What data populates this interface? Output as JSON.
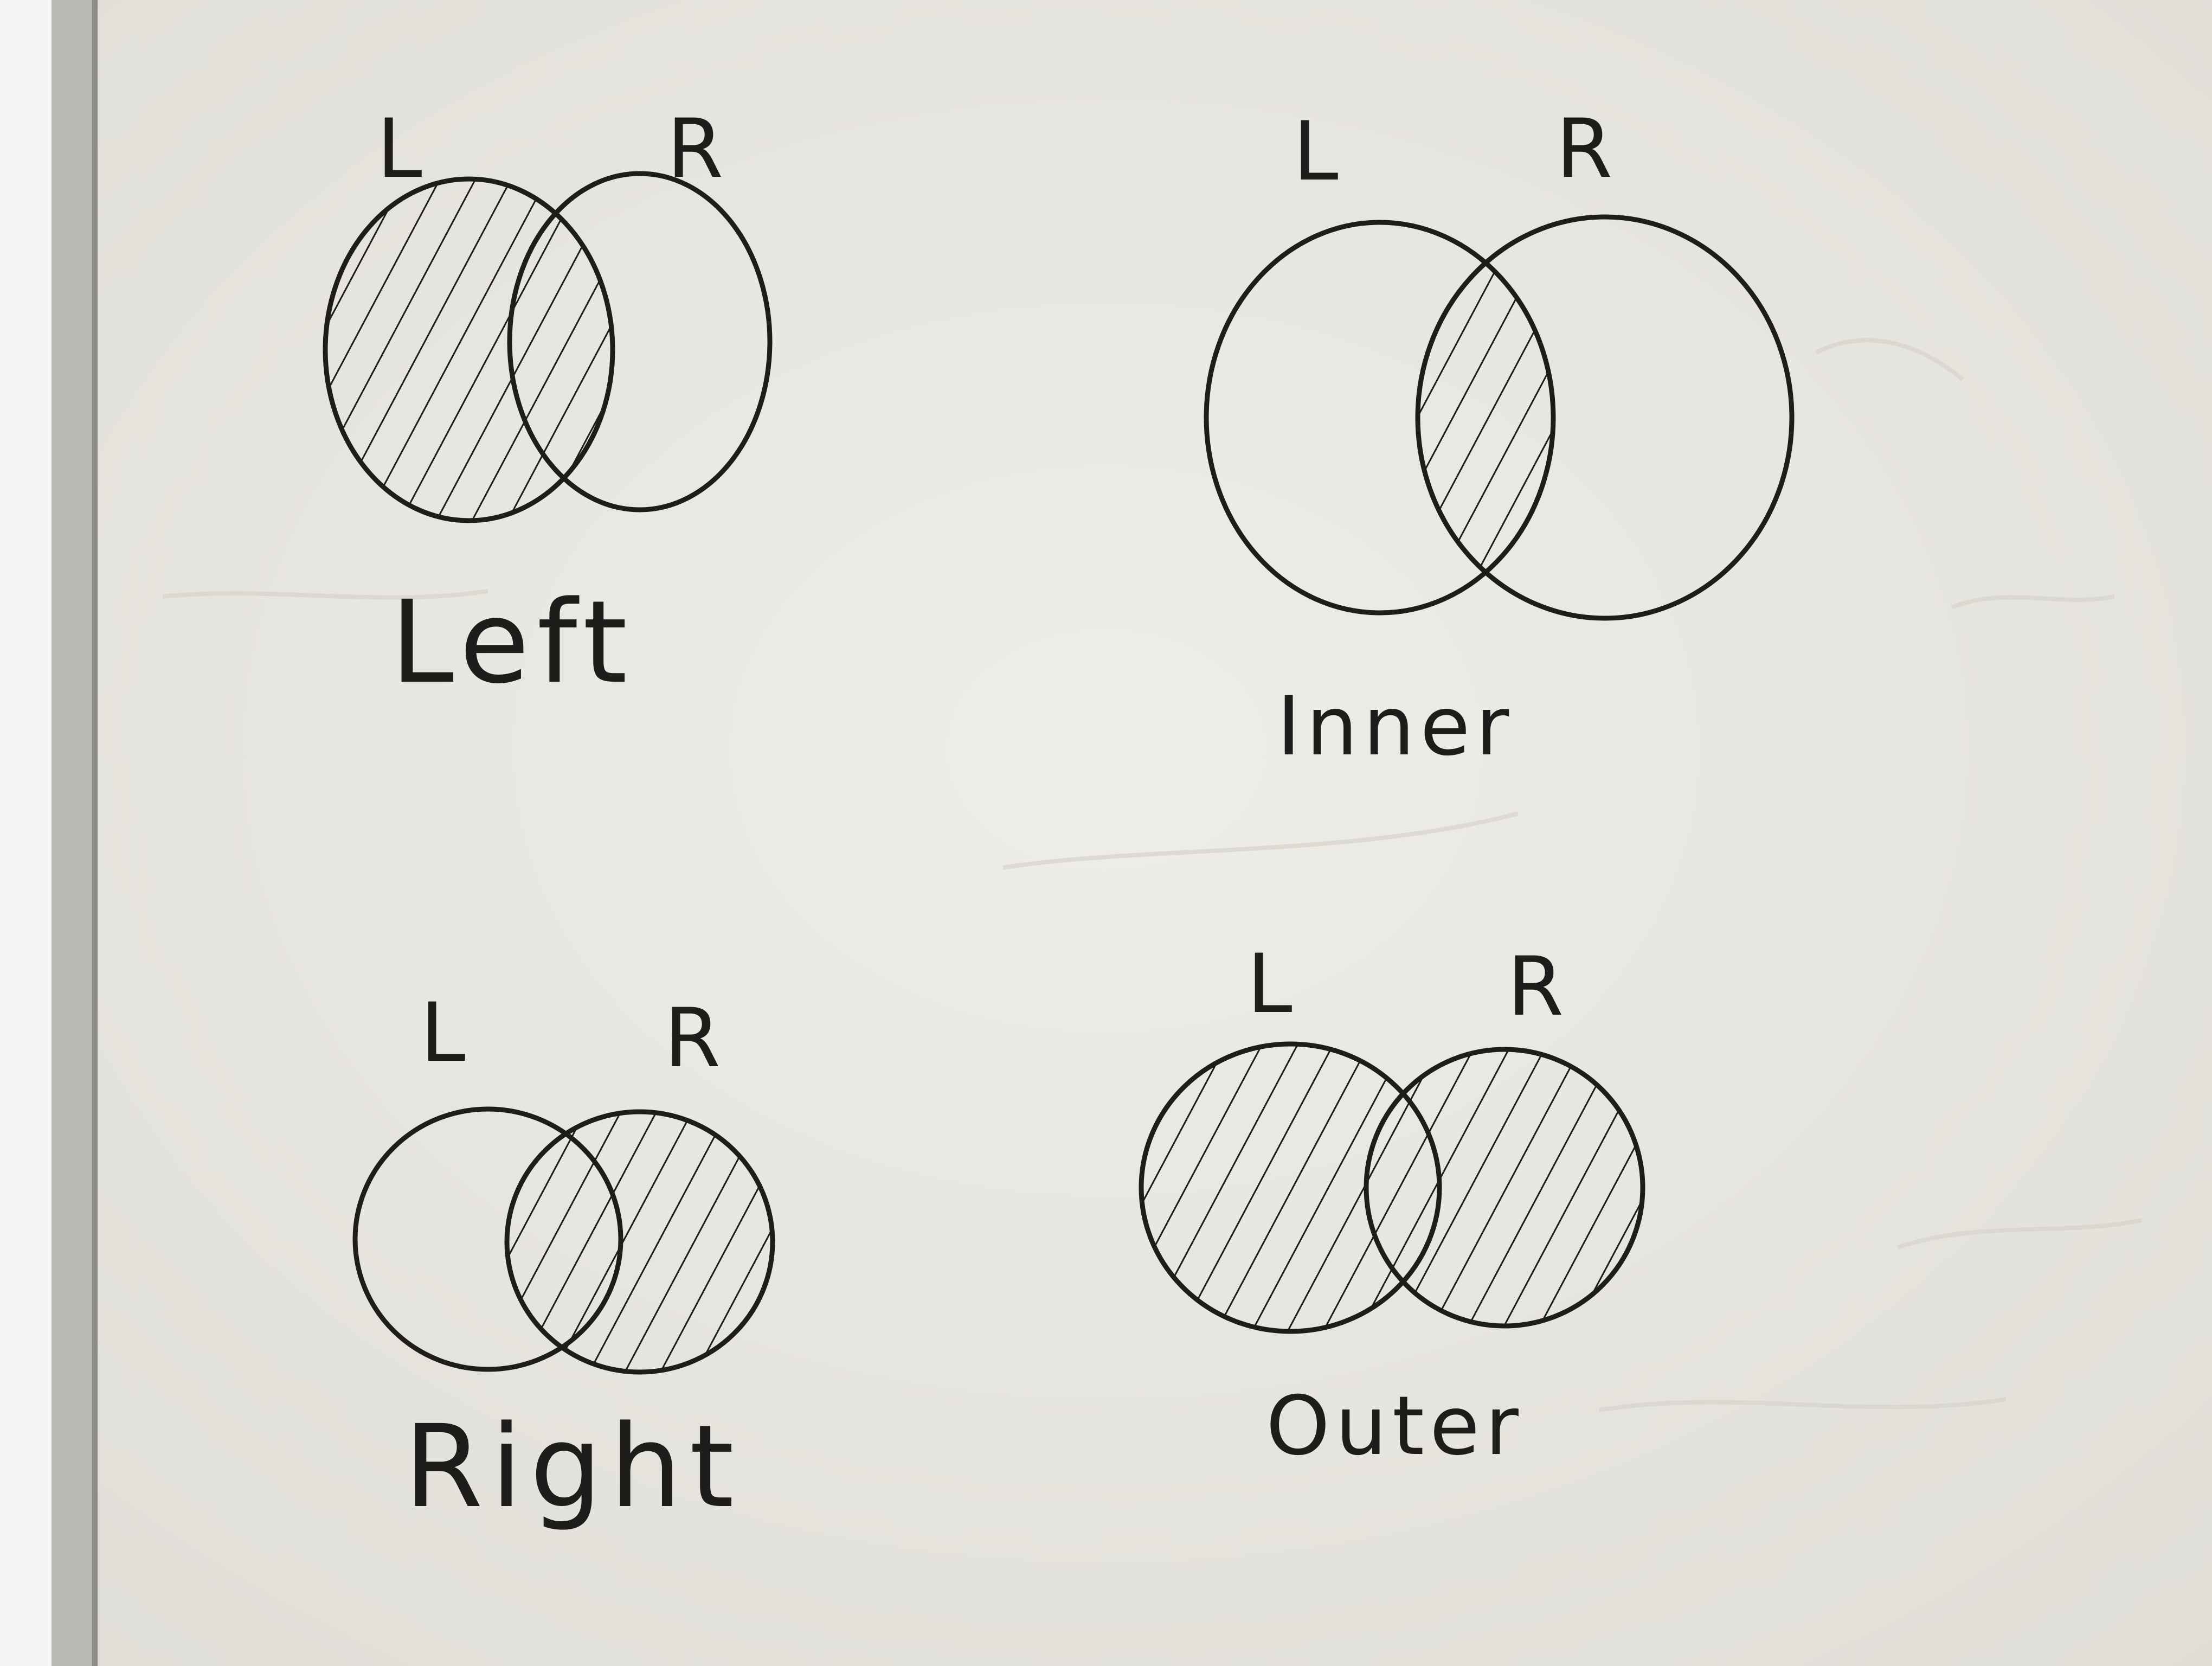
{
  "colors": {
    "ink": "#1f1d1b",
    "board": "#e9e7e1",
    "frame": "#b9b8b4"
  },
  "diagrams": [
    {
      "id": "left",
      "left_label": "L",
      "right_label": "R",
      "name": "Left",
      "shaded": "left-set"
    },
    {
      "id": "inner",
      "left_label": "L",
      "right_label": "R",
      "name": "Inner",
      "shaded": "intersection"
    },
    {
      "id": "right",
      "left_label": "L",
      "right_label": "R",
      "name": "Right",
      "shaded": "right-set"
    },
    {
      "id": "outer",
      "left_label": "L",
      "right_label": "R",
      "name": "Outer",
      "shaded": "union"
    }
  ]
}
